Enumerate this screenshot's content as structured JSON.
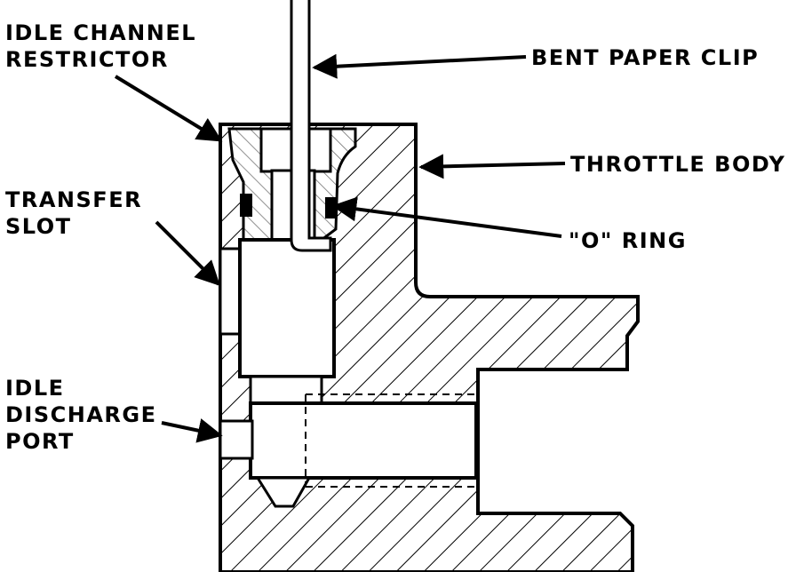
{
  "labels": {
    "idle_channel_restrictor": "IDLE CHANNEL\nRESTRICTOR",
    "bent_paper_clip": "BENT PAPER CLIP",
    "throttle_body": "THROTTLE BODY",
    "transfer_slot": "TRANSFER\nSLOT",
    "o_ring": "\"O\" RING",
    "idle_discharge_port": "IDLE\nDISCHARGE\nPORT"
  },
  "colors": {
    "ink": "#000000",
    "paper": "#ffffff"
  }
}
